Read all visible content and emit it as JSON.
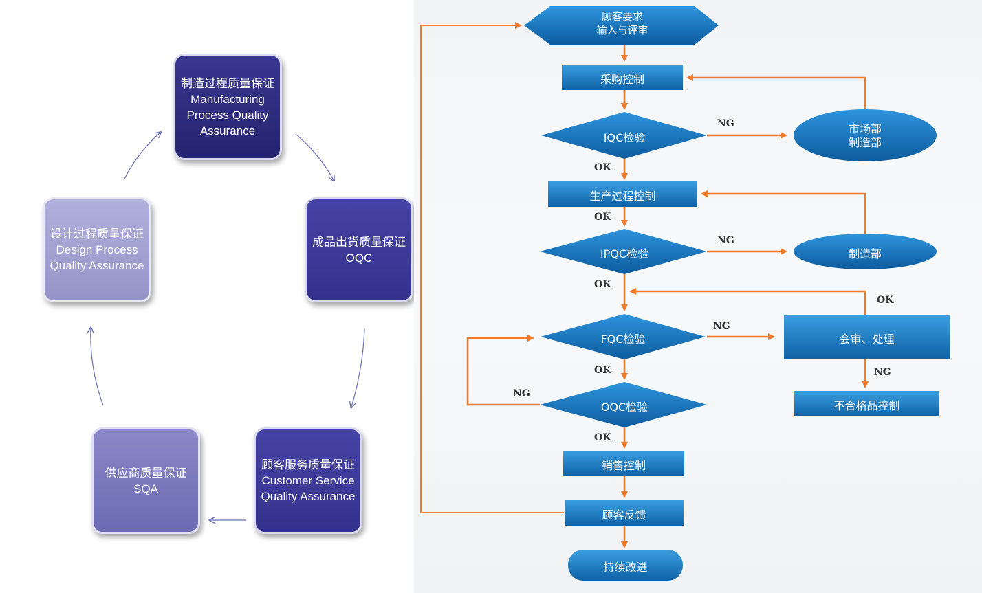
{
  "cycle": {
    "manufacturing": {
      "zh": "制造过程质量保证",
      "en1": "Manufacturing",
      "en2": "Process Quality",
      "en3": "Assurance"
    },
    "oqc": {
      "zh": "成品出货质量保证",
      "en1": "OQC"
    },
    "customer_service": {
      "zh": "顾客服务质量保证",
      "en1": "Customer Service",
      "en2": "Quality Assurance"
    },
    "sqa": {
      "zh": "供应商质量保证",
      "en1": "SQA"
    },
    "design": {
      "zh": "设计过程质量保证",
      "en1": "Design  Process",
      "en2": "Quality Assurance"
    }
  },
  "flow": {
    "customer_requirements": {
      "line1": "顾客要求",
      "line2": "输入与评审"
    },
    "purchase_control": "采购控制",
    "iqc": "IQC检验",
    "market_mfg": {
      "line1": "市场部",
      "line2": "制造部"
    },
    "production_control": "生产过程控制",
    "ipqc": "IPQC检验",
    "mfg_dept": "制造部",
    "fqc": "FQC检验",
    "review": "会审、处理",
    "nonconforming": "不合格品控制",
    "oqc": "OQC检验",
    "sales_control": "销售控制",
    "customer_feedback": "顾客反馈",
    "continuous_improvement": "持续改进",
    "labels": {
      "ng_iqc": "NG",
      "ok_iqc": "OK",
      "ok_prod": "OK",
      "ng_ipqc": "NG",
      "ok_ipqc": "OK",
      "ok_review": "OK",
      "ng_fqc": "NG",
      "ng_review": "NG",
      "ok_fqc": "OK",
      "ng_oqc": "NG",
      "ok_oqc": "OK"
    }
  },
  "colors": {
    "flow_blue": "#1a7fc6",
    "flow_blue_dark": "#0f5d9e",
    "arrow_orange": "#f07a2a",
    "cycle_arrow": "#6b6fb5"
  }
}
